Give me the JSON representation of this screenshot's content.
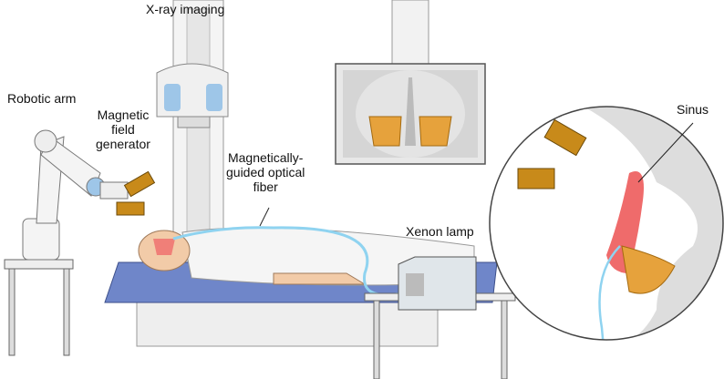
{
  "labels": {
    "xray": "X-ray imaging",
    "robotic_arm": "Robotic arm",
    "generator": "Magnetic\nfield\ngenerator",
    "fiber": "Magnetically-\nguided optical\nfiber",
    "xenon": "Xenon lamp",
    "sinus": "Sinus"
  },
  "colors": {
    "table": "#6f86c9",
    "fiber": "#8fd3f0",
    "sinus": "#ef6b6b",
    "magnet": "#c88a1a",
    "sinus_cavity": "#e6a23c"
  }
}
